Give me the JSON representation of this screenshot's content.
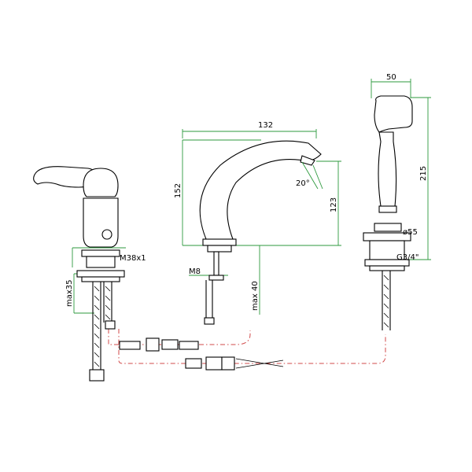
{
  "dimensions": {
    "shower_width": "50",
    "spout_width": "132",
    "spout_height": "152",
    "spout_outlet_height": "123",
    "spout_angle": "20°",
    "shower_height": "215",
    "shower_base_diameter": "ø55",
    "shower_thread": "G3/4\"",
    "mixer_thread": "M38x1",
    "mixer_max_deck": "max35",
    "spout_thread": "M8",
    "spout_max_deck": "max 40"
  },
  "colors": {
    "outline": "#000000",
    "dimension_lines": "#2e9a3e",
    "hose_paths": "#d14a4a"
  }
}
